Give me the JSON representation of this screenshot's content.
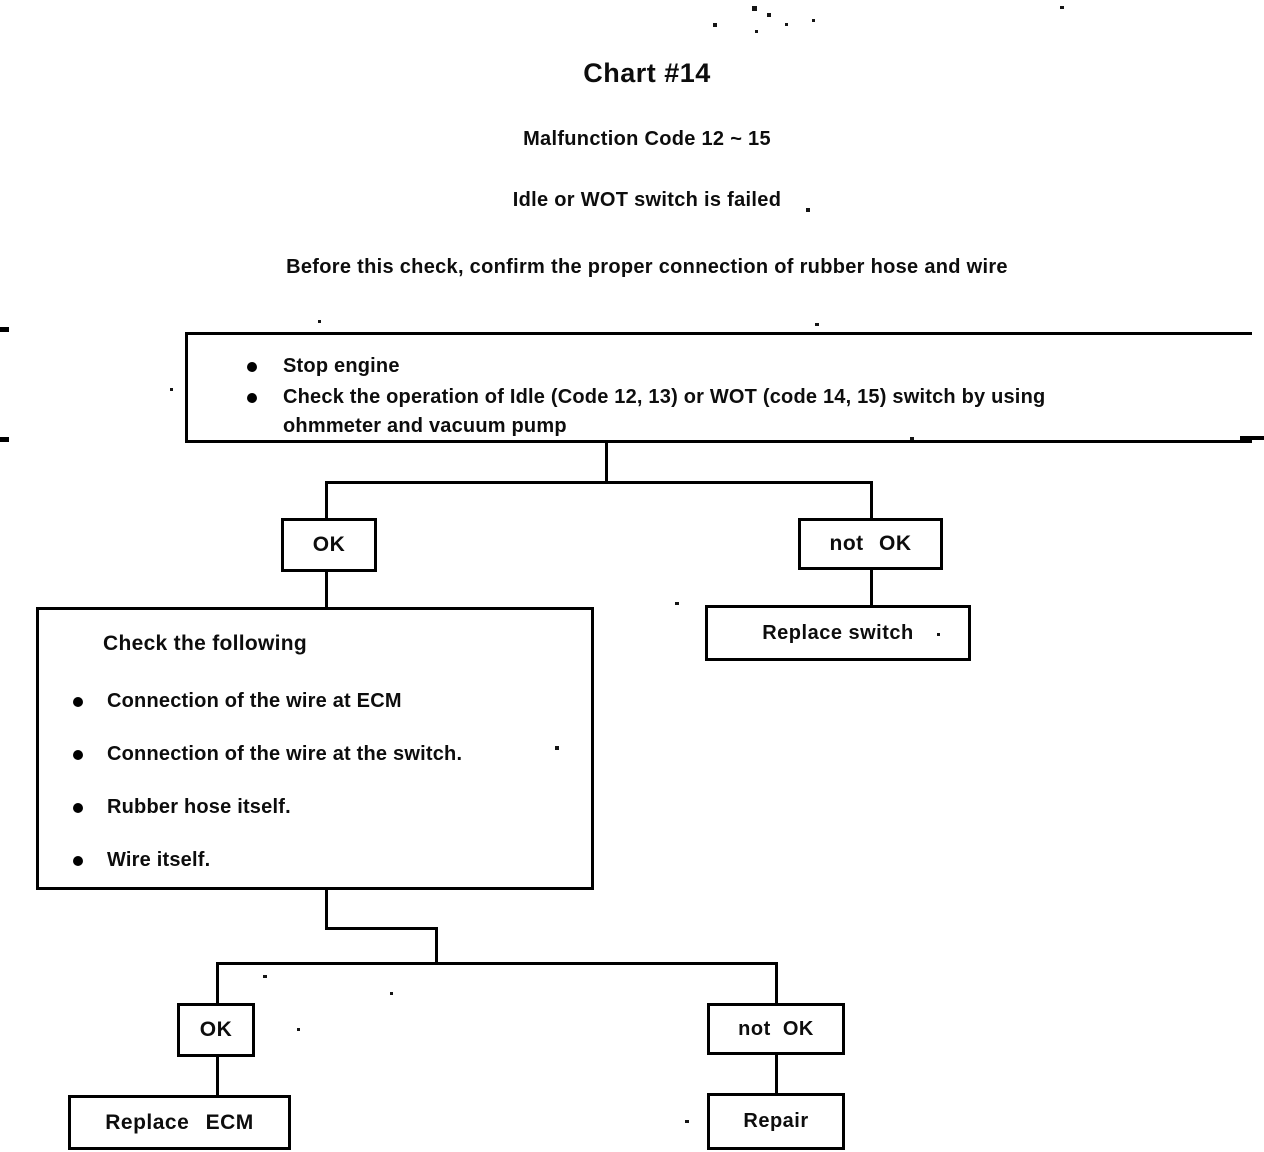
{
  "colors": {
    "ink": "#0d0d0d",
    "paper": "#ffffff"
  },
  "page": {
    "title": "Chart #14",
    "subtitle_code": "Malfunction Code 12 ~ 15",
    "subtitle_desc": "Idle or WOT switch is failed",
    "note": "Before this check, confirm the proper connection of rubber hose and wire"
  },
  "flowchart": {
    "action_box": {
      "bullets": [
        "Stop engine",
        "Check the operation of Idle (Code 12, 13) or WOT (code 14, 15) switch by using\nohmmeter and vacuum pump"
      ]
    },
    "branch1": {
      "ok_label": "OK",
      "not_ok_label": "not OK",
      "not_ok_action": "Replace switch"
    },
    "check_box": {
      "heading": "Check the following",
      "bullets": [
        "Connection of the wire at ECM",
        "Connection of the wire at the switch.",
        "Rubber hose itself.",
        "Wire itself."
      ]
    },
    "branch2": {
      "ok_label": "OK",
      "ok_action": "Replace ECM",
      "not_ok_label": "not OK",
      "not_ok_action": "Repair"
    }
  }
}
